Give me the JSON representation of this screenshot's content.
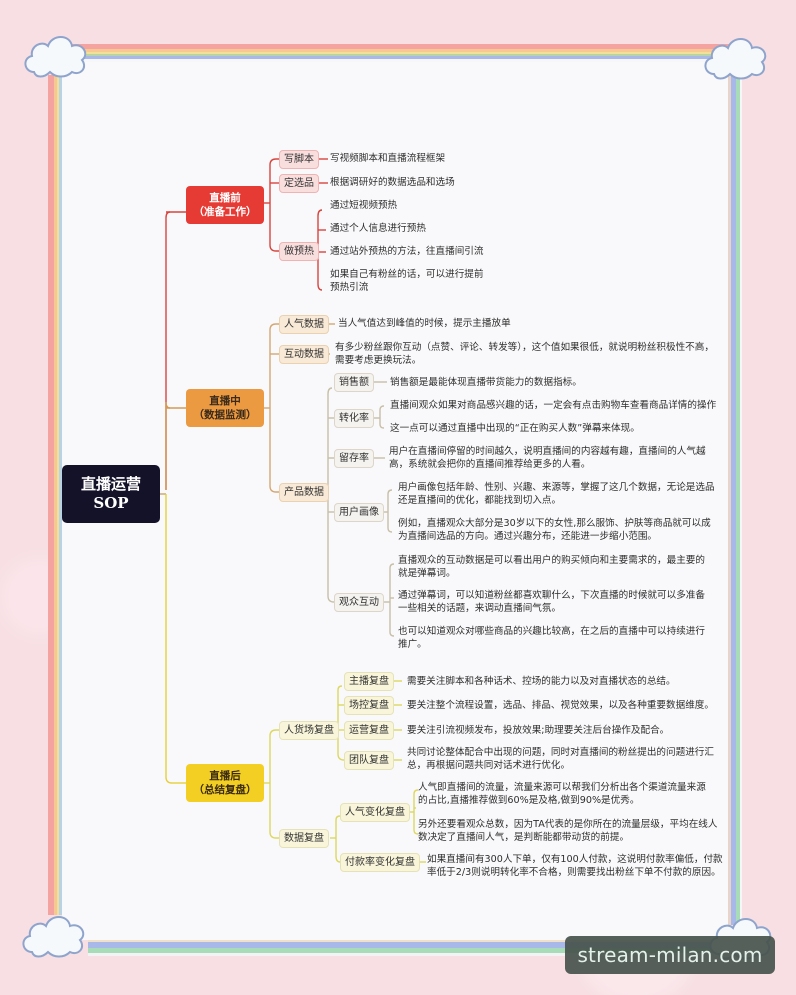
{
  "title": {
    "line1": "直播运营",
    "line2": "SOP"
  },
  "stages": [
    {
      "id": "before",
      "label": "直播前",
      "sublabel": "（准备工作）",
      "color": "#e63b35",
      "branches": [
        {
          "label": "写脚本",
          "items": [
            "写视频脚本和直播流程框架"
          ]
        },
        {
          "label": "定选品",
          "items": [
            "根据调研好的数据选品和选场"
          ]
        },
        {
          "label": "做预热",
          "items": [
            "通过短视频预热",
            "通过个人信息进行预热",
            "通过站外预热的方法，往直播间引流",
            "如果自己有粉丝的话，可以进行提前预热引流"
          ]
        }
      ]
    },
    {
      "id": "during",
      "label": "直播中",
      "sublabel": "（数据监测）",
      "color": "#ec9a41",
      "branches": [
        {
          "label": "人气数据",
          "items": [
            "当人气值达到峰值的时候，提示主播放单"
          ]
        },
        {
          "label": "互动数据",
          "items": [
            "有多少粉丝跟你互动（点赞、评论、转发等），这个值如果很低，就说明粉丝积极性不高，需要考虑更换玩法。"
          ]
        },
        {
          "label": "产品数据",
          "children": [
            {
              "label": "销售额",
              "items": [
                "销售额是最能体现直播带货能力的数据指标。"
              ]
            },
            {
              "label": "转化率",
              "items": [
                "直播间观众如果对商品感兴趣的话，一定会有点击购物车查看商品详情的操作",
                "这一点可以通过直播中出现的“正在购买人数”弹幕来体现。"
              ]
            },
            {
              "label": "留存率",
              "items": [
                "用户在直播间停留的时间越久，说明直播间的内容越有趣，直播间的人气越高，系统就会把你的直播间推荐给更多的人看。"
              ]
            },
            {
              "label": "用户画像",
              "items": [
                "用户画像包括年龄、性别、兴趣、来源等，掌握了这几个数据，无论是选品还是直播间的优化，都能找到切入点。",
                "例如，直播观众大部分是30岁以下的女性,那么服饰、护肤等商品就可以成为直播间选品的方向。通过兴趣分布，还能进一步缩小范围。"
              ]
            },
            {
              "label": "观众互动",
              "items": [
                "直播观众的互动数据是可以看出用户的购买倾向和主要需求的，最主要的就是弹幕词。",
                "通过弹幕词，可以知道粉丝都喜欢聊什么，下次直播的时候就可以多准备一些相关的话题，来调动直播间气氛。",
                "也可以知道观众对哪些商品的兴趣比较高，在之后的直播中可以持续进行推广。"
              ]
            }
          ]
        }
      ]
    },
    {
      "id": "after",
      "label": "直播后",
      "sublabel": "（总结复盘）",
      "color": "#f3cf24",
      "branches": [
        {
          "label": "人货场复盘",
          "children": [
            {
              "label": "主播复盘",
              "items": [
                "需要关注脚本和各种话术、控场的能力以及对直播状态的总结。"
              ]
            },
            {
              "label": "场控复盘",
              "items": [
                "要关注整个流程设置，选品、排品、视觉效果，以及各种重要数据维度。"
              ]
            },
            {
              "label": "运营复盘",
              "items": [
                "要关注引流视频发布，投放效果;助理要关注后台操作及配合。"
              ]
            },
            {
              "label": "团队复盘",
              "items": [
                "共同讨论整体配合中出现的问题，同时对直播间的粉丝提出的问题进行汇总，再根据问题共同对话术进行优化。"
              ]
            }
          ]
        },
        {
          "label": "数据复盘",
          "children": [
            {
              "label": "人气变化复盘",
              "items": [
                "人气即直播间的流量，流量来源可以帮我们分析出各个渠道流量来源的占比,直播推荐做到60%是及格,做到90%是优秀。",
                "另外还要看观众总数，因为TA代表的是你所在的流量层级，平均在线人数决定了直播间人气，是判断能都带动货的前提。"
              ]
            },
            {
              "label": "付款率变化复盘",
              "items": [
                "如果直播间有300人下单，仅有100人付款，这说明付款率偏低，付款率低于2/3则说明转化率不合格，则需要找出粉丝下单不付款的原因。"
              ]
            }
          ]
        }
      ]
    }
  ],
  "display": {
    "t0": "写视频脚本和直播流程框架",
    "t1": "根据调研好的数据选品和选场",
    "t2": "通过短视频预热",
    "t3": "通过个人信息进行预热",
    "t4": "通过站外预热的方法，往直播间引流",
    "t5a": "如果自己有粉丝的话，可以进行提前",
    "t5b": "预热引流",
    "d0": "当人气值达到峰值的时候，提示主播放单",
    "d1a": "有多少粉丝跟你互动（点赞、评论、转发等），这个值如果很低，就说明粉丝积极性不高，",
    "d1b": "需要考虑更换玩法。",
    "p0": "销售额是最能体现直播带货能力的数据指标。",
    "p1": "直播间观众如果对商品感兴趣的话，一定会有点击购物车查看商品详情的操作",
    "p2": "这一点可以通过直播中出现的“正在购买人数”弹幕来体现。",
    "p3a": "用户在直播间停留的时间越久，说明直播间的内容越有趣，直播间的人气越",
    "p3b": "高，系统就会把你的直播间推荐给更多的人看。",
    "p4a": "用户画像包括年龄、性别、兴趣、来源等，掌握了这几个数据，无论是选品",
    "p4b": "还是直播间的优化，都能找到切入点。",
    "p5a": "例如，直播观众大部分是30岁以下的女性,那么服饰、护肤等商品就可以成",
    "p5b": "为直播间选品的方向。通过兴趣分布，还能进一步缩小范围。",
    "p6a": "直播观众的互动数据是可以看出用户的购买倾向和主要需求的，最主要的",
    "p6b": "就是弹幕词。",
    "p7a": "通过弹幕词，可以知道粉丝都喜欢聊什么，下次直播的时候就可以多准备",
    "p7b": "一些相关的话题，来调动直播间气氛。",
    "p8a": "也可以知道观众对哪些商品的兴趣比较高，在之后的直播中可以持续进行",
    "p8b": "推广。",
    "a0": "需要关注脚本和各种话术、控场的能力以及对直播状态的总结。",
    "a1": "要关注整个流程设置，选品、排品、视觉效果，以及各种重要数据维度。",
    "a2": "要关注引流视频发布，投放效果;助理要关注后台操作及配合。",
    "a3a": "共同讨论整体配合中出现的问题，同时对直播间的粉丝提出的问题进行汇",
    "a3b": "总，再根据问题共同对话术进行优化。",
    "a4a": "人气即直播间的流量，流量来源可以帮我们分析出各个渠道流量来源",
    "a4b": "的占比,直播推荐做到60%是及格,做到90%是优秀。",
    "a5a": "另外还要看观众总数，因为TA代表的是你所在的流量层级，平均在线人",
    "a5b": "数决定了直播间人气，是判断能都带动货的前提。",
    "a6a": "如果直播间有300人下单，仅有100人付款，这说明付款率偏低，付款",
    "a6b": "率低于2/3则说明转化率不合格，则需要找出粉丝下单不付款的原因。"
  },
  "watermark": "stream-milan.com",
  "colors": {
    "root_bg": "#131229",
    "red": "#e63b35",
    "orange": "#ec9a41",
    "yellow": "#f3cf24",
    "background": "#f7dfe3",
    "paper": "#f9f9fb"
  }
}
